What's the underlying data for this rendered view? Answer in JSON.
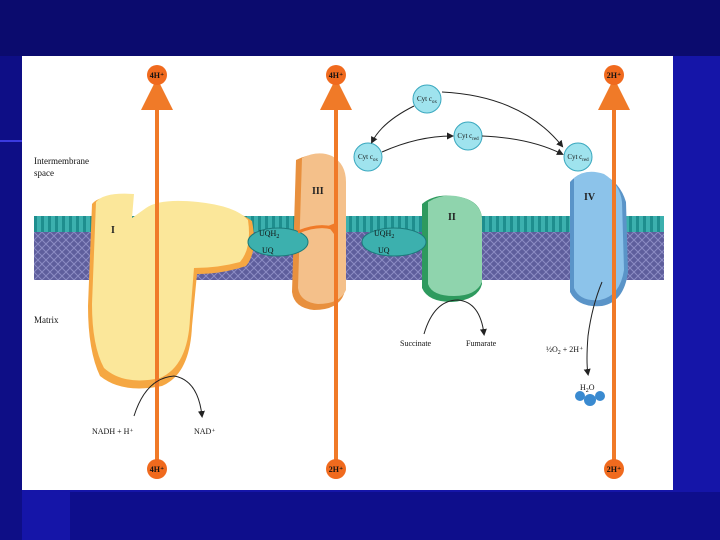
{
  "protons": {
    "top_1": "4H⁺",
    "top_3": "4H⁺",
    "top_4": "2H⁺",
    "bottom_1": "4H⁺",
    "bottom_3": "2H⁺",
    "bottom_4": "2H⁺"
  },
  "regions": {
    "intermembrane_line1": "Intermembrane",
    "intermembrane_line2": "space",
    "matrix": "Matrix"
  },
  "complexes": {
    "I": "I",
    "II": "II",
    "III": "III",
    "IV": "IV"
  },
  "cytochromes": {
    "cyt_ox_top": "Cyt c",
    "cyt_ox_top_sub": "ox",
    "cyt_red_mid": "Cyt c",
    "cyt_red_mid_sub": "red",
    "cyt_ox_left": "Cyt c",
    "cyt_ox_left_sub": "ox",
    "cyt_red_right": "Cyt c",
    "cyt_red_right_sub": "red"
  },
  "quinones": {
    "uqh2_left": "UQH",
    "uqh2_left_sub": "2",
    "uq_left": "UQ",
    "uqh2_right": "UQH",
    "uqh2_right_sub": "2",
    "uq_right": "UQ"
  },
  "substrates": {
    "nadh": "NADH + H⁺",
    "nad": "NAD⁺",
    "succinate": "Succinate",
    "fumarate": "Fumarate",
    "oxygen_frac": "½",
    "oxygen": "O",
    "oxygen_sub": "2",
    "oxygen_tail": " + 2H⁺",
    "water": "H",
    "water_sub": "2",
    "water_tail": "O"
  },
  "colors": {
    "arrow_orange": "#f07a28",
    "proton_dot": "#f06a1e",
    "complex_I": "#fbe79a",
    "complex_I_edge": "#f2a94a",
    "complex_II": "#8fd4ad",
    "complex_II_edge": "#2e9a5e",
    "complex_III": "#f4c08a",
    "complex_III_edge": "#e8903e",
    "complex_IV": "#8cc3ea",
    "complex_IV_edge": "#5a94c8",
    "cytochrome": "#9fe3ee",
    "membrane_head": "#2a9a9a",
    "membrane_tail": "#6d6da8"
  }
}
